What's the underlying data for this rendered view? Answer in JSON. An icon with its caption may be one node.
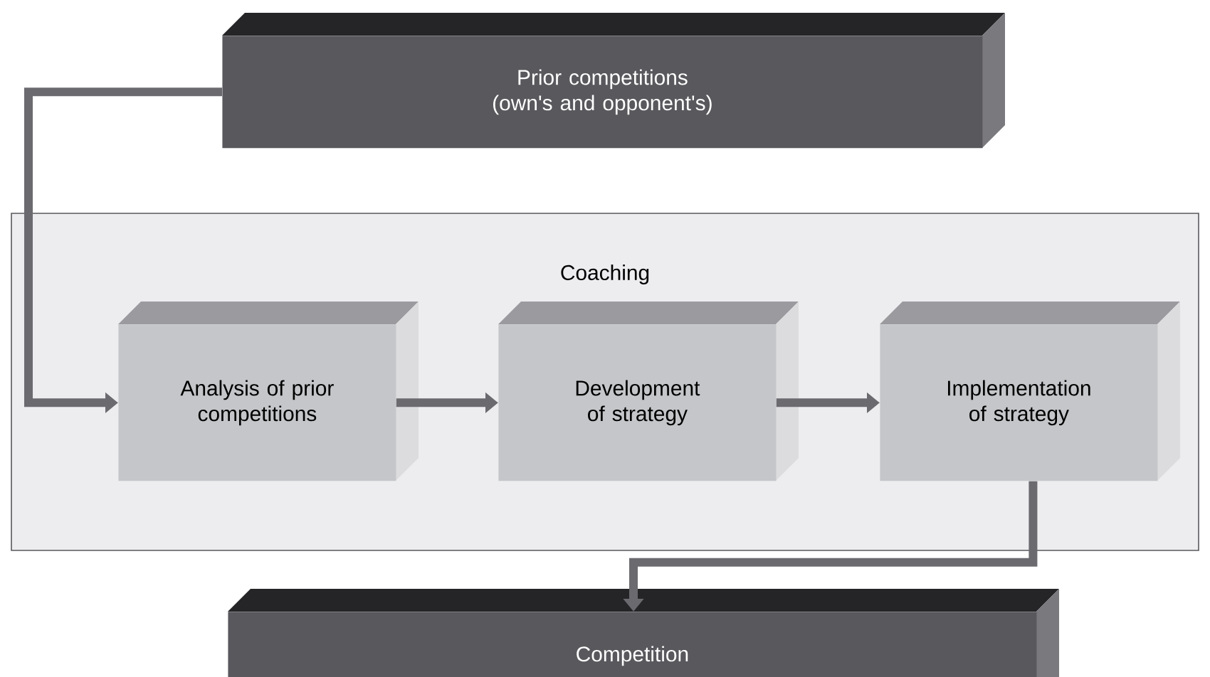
{
  "diagram": {
    "nodes": [
      {
        "text": [
          "Prior competitions (own's and opponent's)"
        ]
      },
      {
        "text": [
          "Coaching"
        ]
      },
      {
        "text": [
          "Analysis of prior competitions"
        ],
        "in": 1
      },
      {
        "text": [
          "Development of strategy"
        ],
        "in": 1
      },
      {
        "text": [
          "Implementation of strategy"
        ],
        "in": 1
      },
      {
        "text": [
          "Competition"
        ]
      }
    ],
    "edges": [
      {
        "from": 0,
        "to": 2,
        "arrow": "to"
      },
      {
        "from": 2,
        "to": 3,
        "arrow": "to"
      },
      {
        "from": 3,
        "to": 4,
        "arrow": "to"
      },
      {
        "from": 4,
        "to": 5,
        "arrow": "to"
      }
    ]
  }
}
